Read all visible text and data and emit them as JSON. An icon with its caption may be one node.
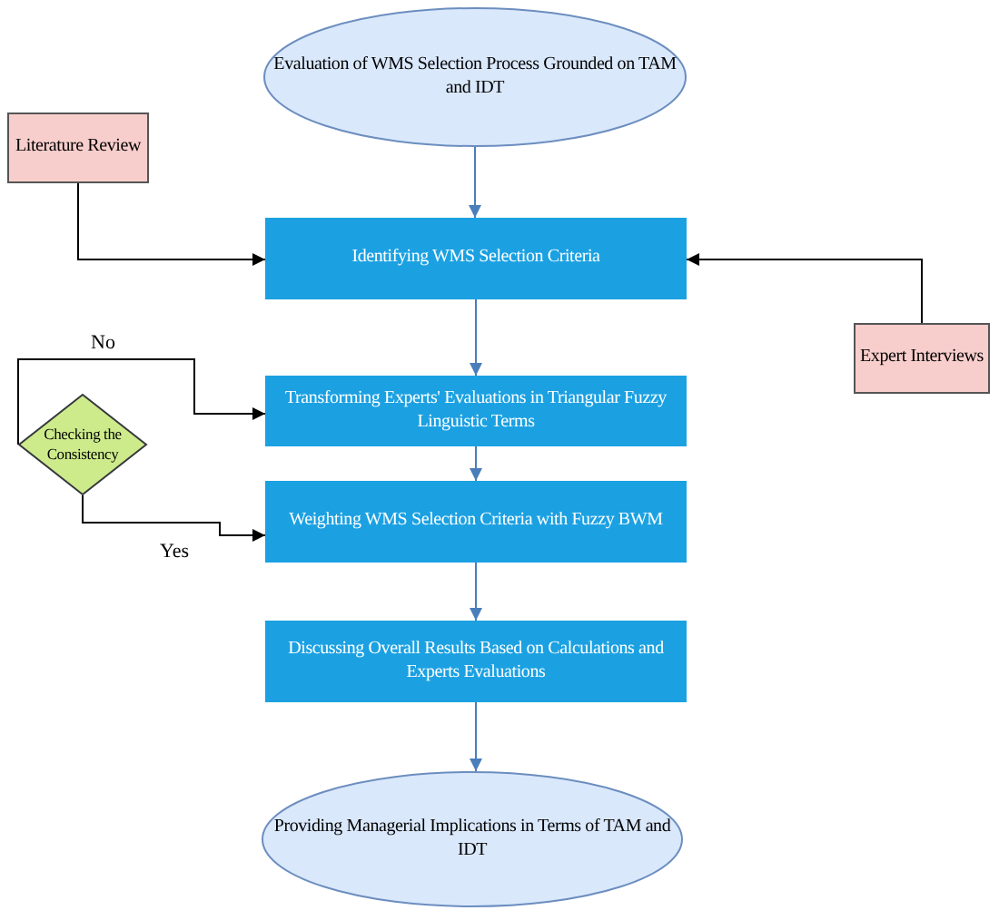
{
  "diagram": {
    "nodes": [
      {
        "text": [
          "Evaluation of WMS Selection Process Grounded on TAM and IDT"
        ]
      },
      {
        "text": [
          "Literature Review"
        ]
      },
      {
        "text": [
          "Identifying WMS Selection Criteria"
        ]
      },
      {
        "text": [
          "Expert Interviews"
        ]
      },
      {
        "text": [
          "Transforming Experts' Evaluations in Triangular Fuzzy Linguistic Terms"
        ]
      },
      {
        "text": [
          "Checking the Consistency"
        ]
      },
      {
        "text": [
          "Weighting WMS Selection Criteria with Fuzzy BWM"
        ]
      },
      {
        "text": [
          "Discussing Overall Results Based on Calculations and Experts Evaluations"
        ]
      },
      {
        "text": [
          "Providing Managerial Implications in Terms of TAM and IDT"
        ]
      }
    ],
    "edges": [
      {
        "from": 0,
        "to": 2,
        "arrow": "to"
      },
      {
        "from": 1,
        "to": 2,
        "arrow": "to",
        "color": "#000000"
      },
      {
        "from": 3,
        "to": 2,
        "arrow": "to",
        "color": "#000000"
      },
      {
        "from": 2,
        "to": 4,
        "arrow": "to"
      },
      {
        "from": 5,
        "to": 4,
        "arrow": "to",
        "label": "No",
        "color": "#000000"
      },
      {
        "from": 5,
        "to": 6,
        "arrow": "to",
        "label": "Yes",
        "color": "#000000"
      },
      {
        "from": 4,
        "to": 6,
        "arrow": "to"
      },
      {
        "from": 6,
        "to": 7,
        "arrow": "to"
      },
      {
        "from": 7,
        "to": 8,
        "arrow": "to"
      }
    ]
  }
}
